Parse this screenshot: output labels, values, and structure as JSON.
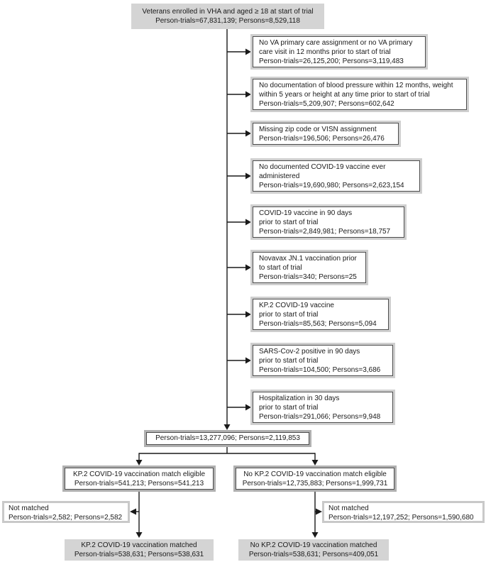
{
  "flowchart": {
    "top_box": {
      "lines": [
        "Veterans enrolled in VHA and aged ≥ 18 at start of trial",
        "Person-trials=67,831,139; Persons=8,529,118"
      ]
    },
    "exclusions": [
      {
        "lines": [
          "No VA primary care assignment or no VA primary",
          "care visit in 12 months prior to start of trial",
          "Person-trials=26,125,200; Persons=3,119,483"
        ]
      },
      {
        "lines": [
          "No documentation of blood pressure within 12 months, weight",
          "within 5 years or height at any time prior to start of trial",
          "Person-trials=5,209,907; Persons=602,642"
        ]
      },
      {
        "lines": [
          "Missing zip code or VISN assignment",
          "Person-trials=196,506; Persons=26,476"
        ]
      },
      {
        "lines": [
          "No documented COVID-19 vaccine ever",
          "administered",
          "Person-trials=19,690,980; Persons=2,623,154"
        ]
      },
      {
        "lines": [
          "COVID-19 vaccine in 90 days",
          "prior to start of trial",
          "Person-trials=2,849,981; Persons=18,757"
        ]
      },
      {
        "lines": [
          "Novavax JN.1 vaccination prior",
          "to start of trial",
          "Person-trials=340; Persons=25"
        ]
      },
      {
        "lines": [
          "KP.2 COVID-19 vaccine",
          "prior to start of trial",
          "Person-trials=85,563; Persons=5,094"
        ]
      },
      {
        "lines": [
          "SARS-Cov-2 positive in 90 days",
          "prior to start of trial",
          "Person-trials=104,500; Persons=3,686"
        ]
      },
      {
        "lines": [
          "Hospitalization in 30 days",
          "prior to start of trial",
          "Person-trials=291,066; Persons=9,948"
        ]
      }
    ],
    "pool_box": {
      "lines": [
        "Person-trials=13,277,096; Persons=2,119,853"
      ]
    },
    "eligible_left": {
      "lines": [
        "KP.2 COVID-19 vaccination match eligible",
        "Person-trials=541,213; Persons=541,213"
      ]
    },
    "eligible_right": {
      "lines": [
        "No KP.2 COVID-19 vaccination match eligible",
        "Person-trials=12,735,883; Persons=1,999,731"
      ]
    },
    "not_matched_left": {
      "lines": [
        "Not matched",
        "Person-trials=2,582; Persons=2,582"
      ]
    },
    "not_matched_right": {
      "lines": [
        "Not matched",
        "Person-trials=12,197,252; Persons=1,590,680"
      ]
    },
    "matched_left": {
      "lines": [
        "KP.2 COVID-19 vaccination matched",
        "Person-trials=538,631; Persons=538,631"
      ]
    },
    "matched_right": {
      "lines": [
        "No KP.2 COVID-19 vaccination matched",
        "Person-trials=538,631; Persons=409,051"
      ]
    }
  },
  "colors": {
    "box_fill_grey": "#d4d4d4",
    "frame_dark": "#4d4d4d",
    "frame_light": "#c9c9c9",
    "connector": "#1a1a1a"
  }
}
